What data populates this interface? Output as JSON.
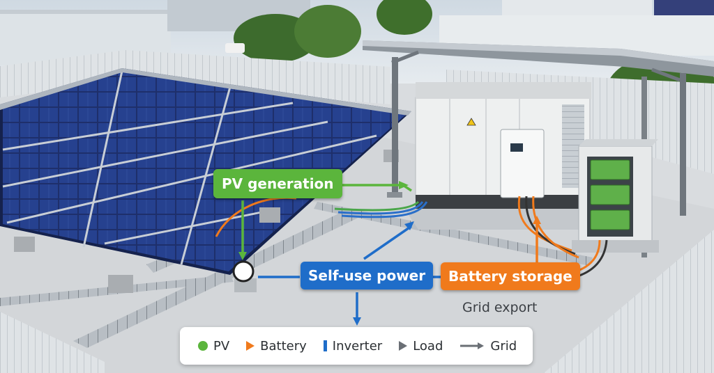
{
  "labels": {
    "pv_generation": "PV generation",
    "self_use_power": "Self-use power",
    "battery_storage": "Battery storage",
    "grid_export": "Grid export"
  },
  "legend": [
    {
      "label": "PV",
      "symbol": "pv-dot-icon",
      "color": "#5bb53c"
    },
    {
      "label": "Battery",
      "symbol": "battery-triangle-icon",
      "color": "#f07a1c"
    },
    {
      "label": "Inverter",
      "symbol": "inverter-bar-icon",
      "color": "#1f6dc9"
    },
    {
      "label": "Load",
      "symbol": "load-triangle-icon",
      "color": "#6a6f75"
    },
    {
      "label": "Grid",
      "symbol": "grid-arrow-icon",
      "color": "#6a6f75"
    }
  ],
  "colors": {
    "pv": "#5bb53c",
    "self_use": "#1f6dc9",
    "battery": "#f07a1c",
    "grid": "#6a6f75"
  }
}
